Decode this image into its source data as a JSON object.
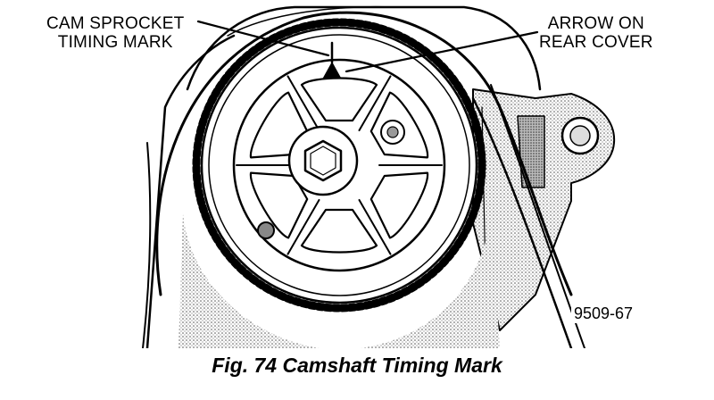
{
  "labels": {
    "cam_sprocket": {
      "line1": "CAM SPROCKET",
      "line2": "TIMING MARK"
    },
    "rear_cover_arrow": {
      "line1": "ARROW ON",
      "line2": "REAR COVER"
    }
  },
  "figure_id": "9509-67",
  "caption": "Fig. 74 Camshaft Timing Mark",
  "colors": {
    "ink": "#000000",
    "paper": "#ffffff",
    "shade": "#9a9a9a"
  }
}
